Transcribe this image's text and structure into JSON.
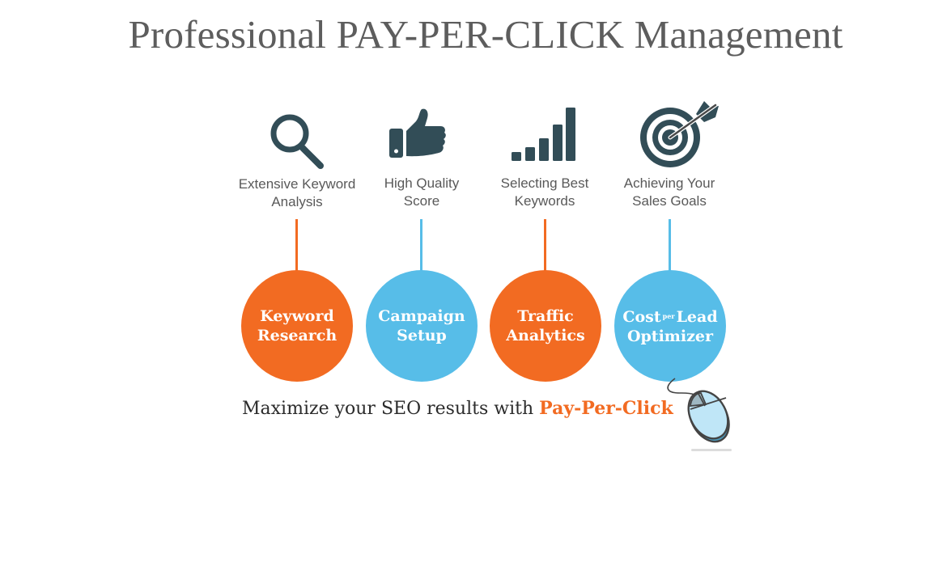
{
  "header": {
    "title": "Professional PAY-PER-CLICK Management"
  },
  "colors": {
    "orange": "#f26b22",
    "blue": "#57bde8",
    "icon": "#324d57",
    "label": "#595959"
  },
  "features": [
    {
      "icon": "magnifier-icon",
      "line1": "Extensive Keyword",
      "line2": "Analysis"
    },
    {
      "icon": "thumbs-up-icon",
      "line1": "High Quality",
      "line2": "Score"
    },
    {
      "icon": "bar-chart-icon",
      "line1": "Selecting Best",
      "line2": "Keywords"
    },
    {
      "icon": "target-icon",
      "line1": "Achieving Your",
      "line2": "Sales Goals"
    }
  ],
  "services": [
    {
      "line1": "Keyword",
      "line2": "Research",
      "color": "orange"
    },
    {
      "line1": "Campaign",
      "line2": "Setup",
      "color": "blue"
    },
    {
      "line1": "Traffic",
      "line2": "Analytics",
      "color": "orange"
    },
    {
      "line1a": "Cost",
      "per": "per",
      "line1b": "Lead",
      "line2": "Optimizer",
      "color": "blue"
    }
  ],
  "tagline": {
    "text": "Maximize your SEO results with ",
    "highlight": "Pay-Per-Click"
  },
  "decor": {
    "mouse": "computer-mouse-icon"
  }
}
